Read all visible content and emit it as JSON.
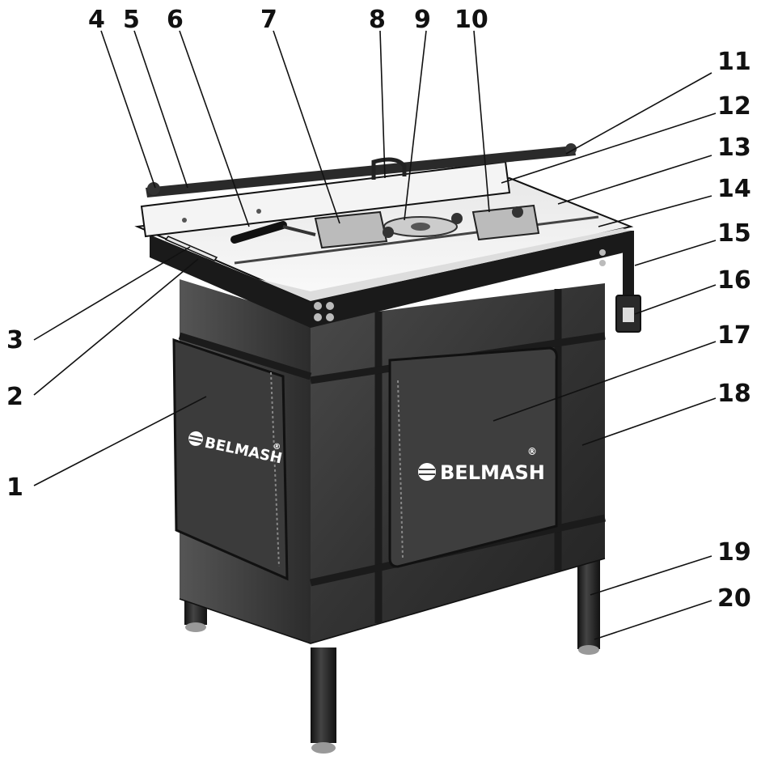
{
  "brand": {
    "logo_text": "BELMASH",
    "registered_mark": "®"
  },
  "callouts": [
    "1",
    "2",
    "3",
    "4",
    "5",
    "6",
    "7",
    "8",
    "9",
    "10",
    "11",
    "12",
    "13",
    "14",
    "15",
    "16",
    "17",
    "18",
    "19",
    "20"
  ],
  "colors": {
    "frame": "#1a1a1a",
    "fabric": "#3a3a3a",
    "fabric_dark": "#262626",
    "table_top": "#f2f2f2",
    "label": "#111111"
  }
}
